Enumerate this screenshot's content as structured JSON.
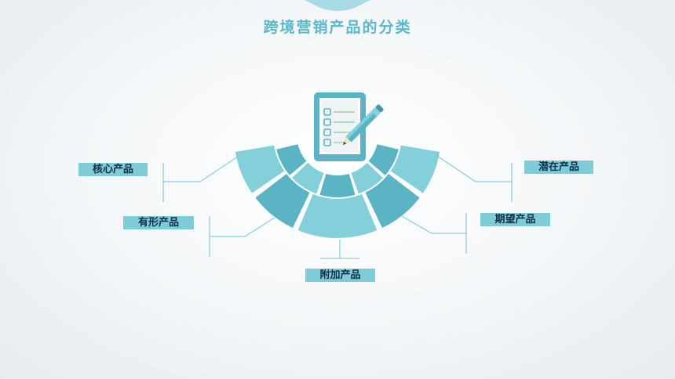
{
  "title": "跨境营销产品的分类",
  "labels": {
    "core": "核心产品",
    "tangible": "有形产品",
    "augmented": "附加产品",
    "potential": "潜在产品",
    "expected": "期望产品"
  },
  "colors": {
    "title": "#5cb8c9",
    "segment_light": "#84d0da",
    "segment_dark": "#5ab4c4",
    "label_bg": "#7fcbd8",
    "label_text": "#0e2f4e",
    "connector": "#6fc3d2"
  },
  "icons": [
    "checklist-clipboard-icon",
    "pencil-icon"
  ]
}
